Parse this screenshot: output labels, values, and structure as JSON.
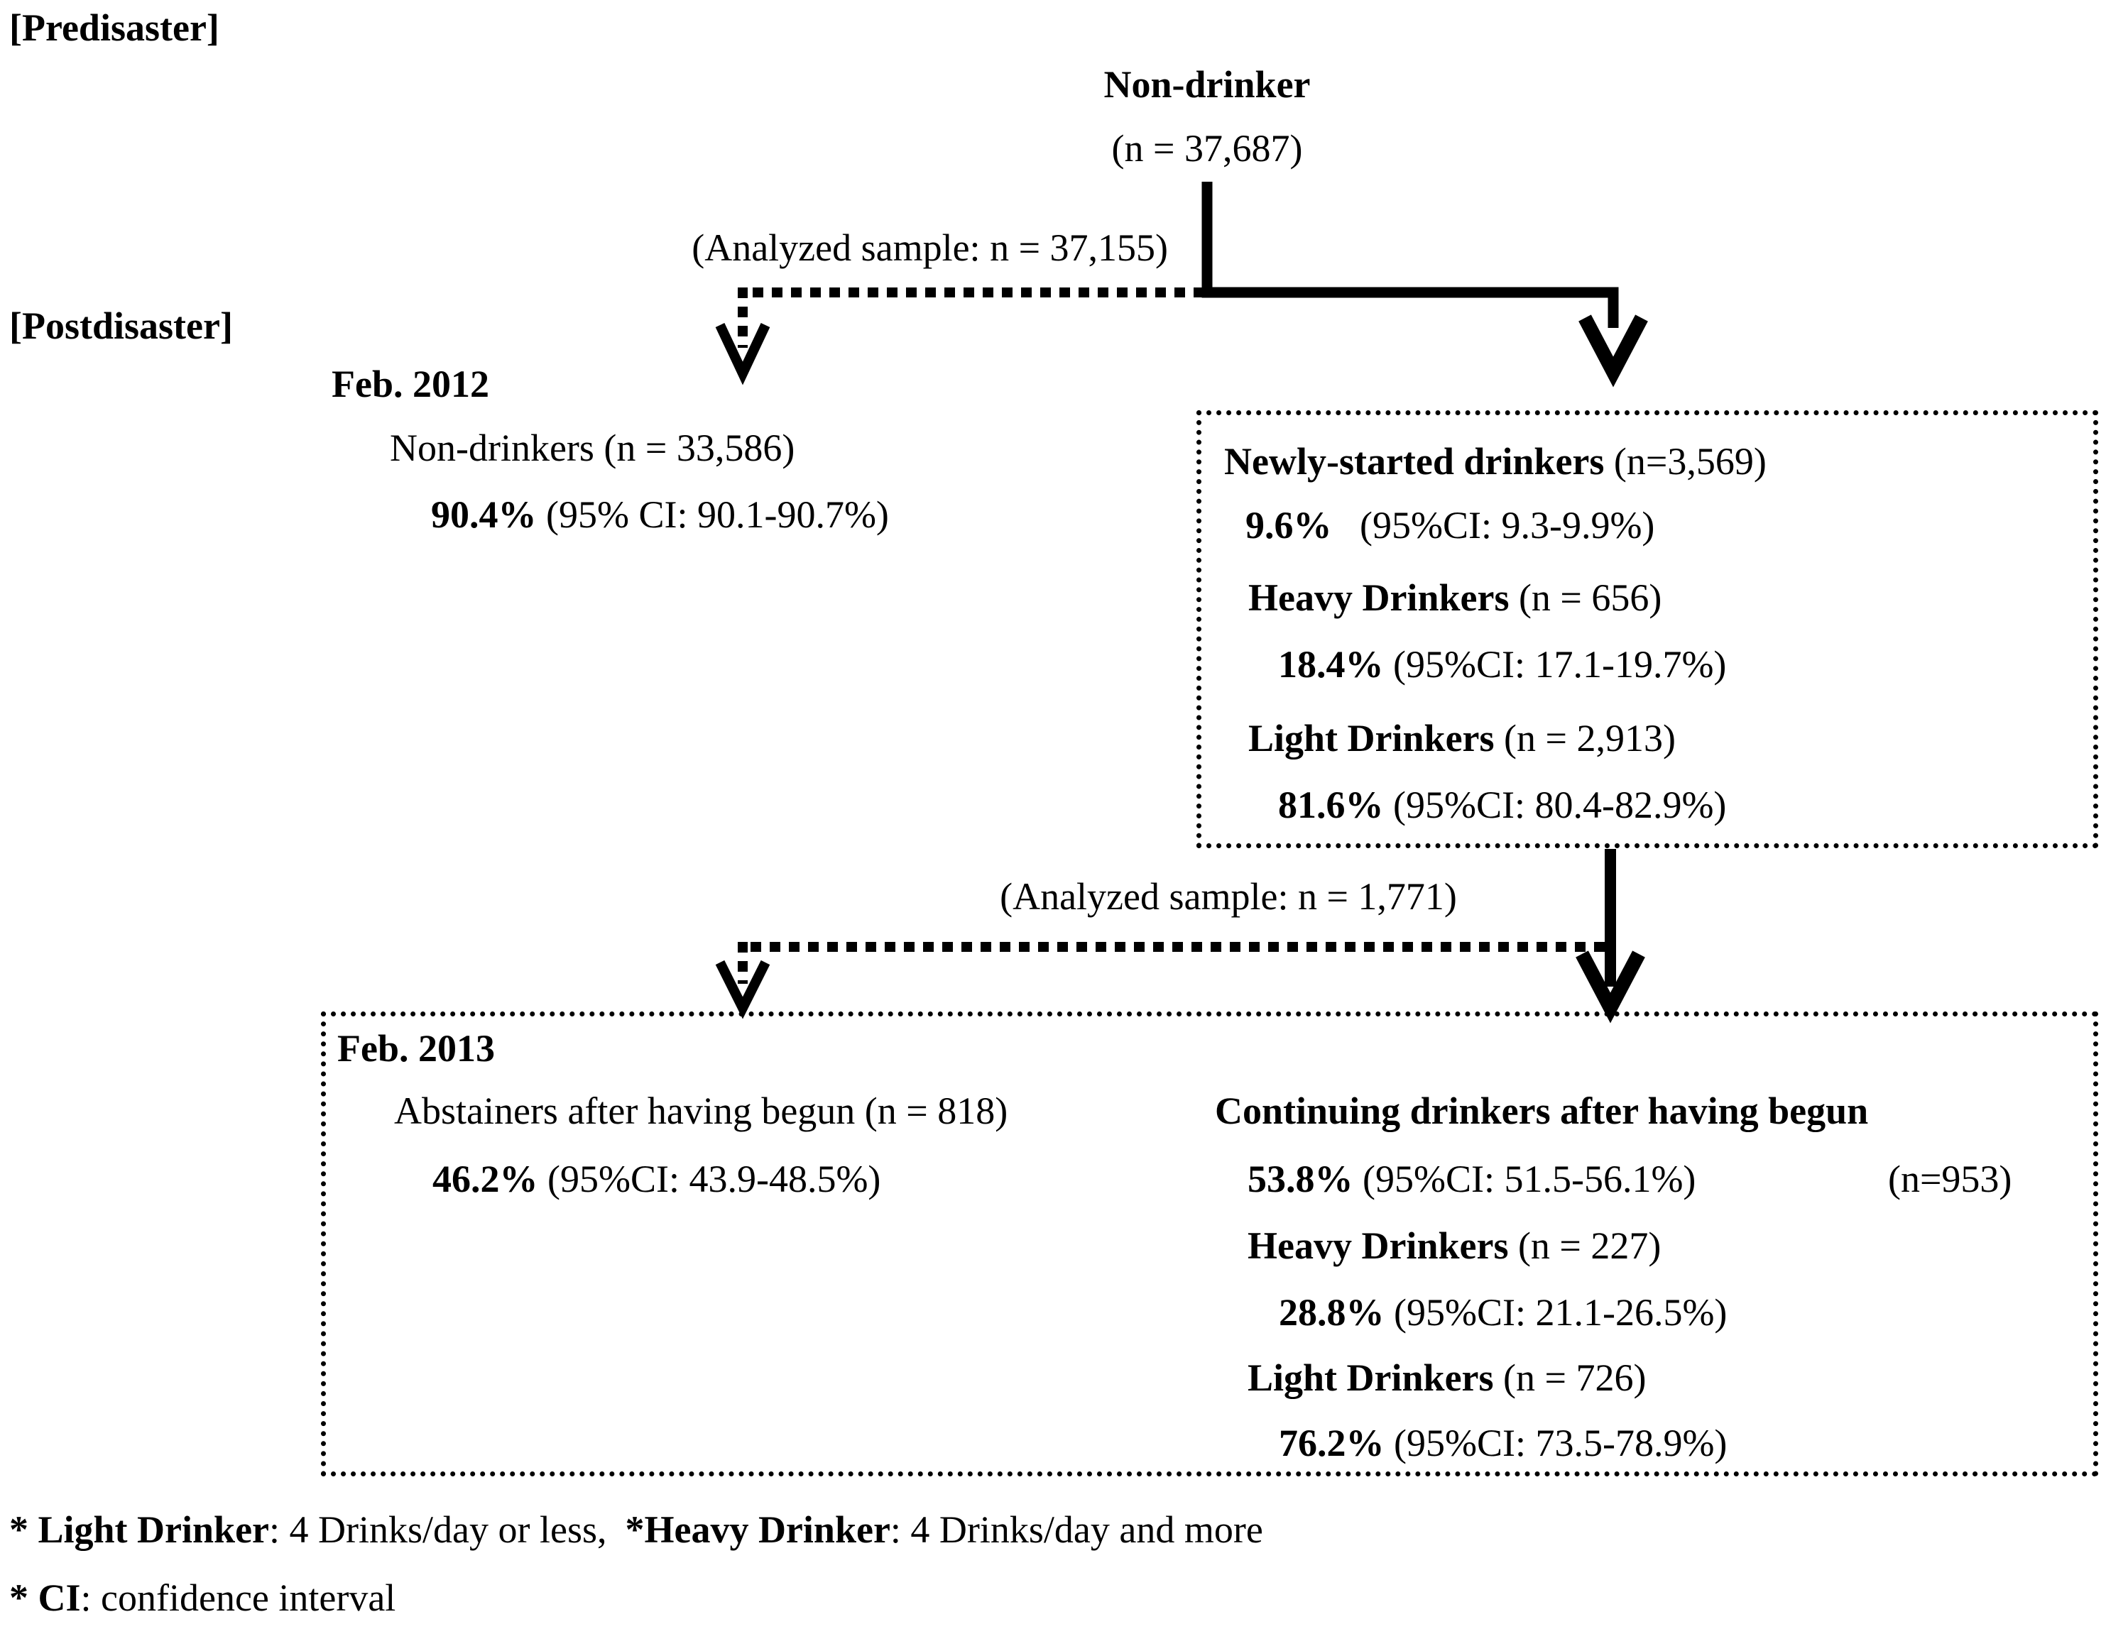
{
  "colors": {
    "ink": "#000000",
    "background": "#ffffff"
  },
  "phase_labels": {
    "predisaster": "[Predisaster]",
    "postdisaster": "[Postdisaster]"
  },
  "root": {
    "title": "Non-drinker",
    "n": "(n = 37,687)"
  },
  "split1": {
    "analyzed": "(Analyzed sample: n = 37,155)"
  },
  "feb2012": {
    "date": "Feb. 2012",
    "nondrinkers": "Non-drinkers (n = 33,586)",
    "pct": "90.4%",
    "ci": " (95% CI: 90.1-90.7%)"
  },
  "newly_box": {
    "title": "Newly-started drinkers",
    "title_n": " (n=3,569)",
    "pct": "9.6%",
    "ci": " (95%CI: 9.3-9.9%)",
    "heavy": "Heavy Drinkers",
    "heavy_n": " (n = 656)",
    "heavy_pct": "18.4%",
    "heavy_ci": " (95%CI: 17.1-19.7%)",
    "light": "Light Drinkers",
    "light_n": " (n = 2,913)",
    "light_pct": "81.6%",
    "light_ci": " (95%CI: 80.4-82.9%)"
  },
  "split2": {
    "analyzed": "(Analyzed sample: n = 1,771)"
  },
  "feb2013_box": {
    "date": "Feb. 2013",
    "abstainers": "Abstainers after having begun (n = 818)",
    "abst_pct": "46.2%",
    "abst_ci": " (95%CI: 43.9-48.5%)",
    "continuing": "Continuing drinkers after having begun",
    "cont_pct": "53.8%",
    "cont_ci": " (95%CI: 51.5-56.1%)",
    "cont_n": "(n=953)",
    "heavy": "Heavy Drinkers",
    "heavy_n": " (n = 227)",
    "heavy_pct": "28.8%",
    "heavy_ci": " (95%CI: 21.1-26.5%)",
    "light": "Light Drinkers",
    "light_n": " (n = 726)",
    "light_pct": "76.2%",
    "light_ci": " (95%CI: 73.5-78.9%)"
  },
  "footnotes": {
    "f1_b1": "* Light Drinker",
    "f1_r1": ": 4 Drinks/day or less,",
    "f1_b2": "*Heavy Drinker",
    "f1_r2": ": 4 Drinks/day and more",
    "f2_b1": "* CI",
    "f2_r1": ": confidence interval"
  }
}
